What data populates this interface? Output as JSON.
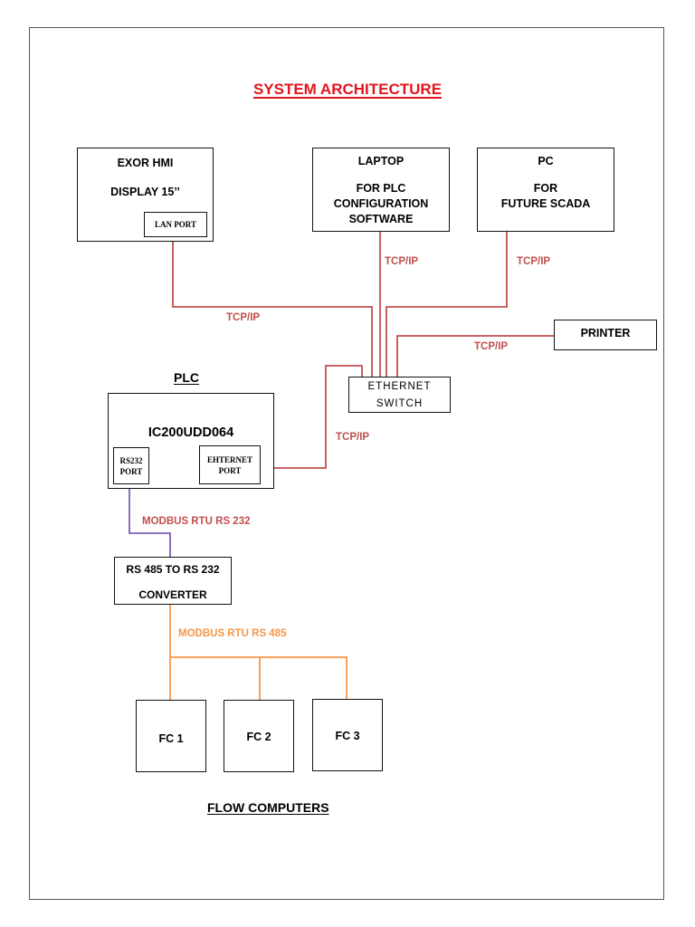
{
  "title": "SYSTEM ARCHITECTURE",
  "colors": {
    "title": "#e3141c",
    "ethernet_link": "#c0504d",
    "rs232_link": "#7f5fb0",
    "rs485_link": "#f79646",
    "box_border": "#111111"
  },
  "nodes": {
    "hmi": {
      "line1": "EXOR HMI",
      "line2": "DISPLAY 15’’",
      "port": "LAN PORT"
    },
    "laptop": {
      "line1": "LAPTOP",
      "line2": "FOR PLC",
      "line3": "CONFIGURATION",
      "line4": "SOFTWARE"
    },
    "pc": {
      "line1": "PC",
      "line2": "FOR",
      "line3": "FUTURE SCADA"
    },
    "printer": {
      "label": "PRINTER"
    },
    "switch": {
      "line1": "ETHERNET",
      "line2": "SWITCH"
    },
    "plc": {
      "heading": "PLC",
      "model": "IC200UDD064",
      "rs232_port": {
        "line1": "RS232",
        "line2": "PORT"
      },
      "ethernet_port": {
        "line1": "EHTERNET",
        "line2": "PORT"
      }
    },
    "converter": {
      "line1": "RS 485 TO RS 232",
      "line2": "CONVERTER"
    },
    "flow_computers": {
      "heading": "FLOW COMPUTERS",
      "items": [
        "FC 1",
        "FC 2",
        "FC 3"
      ]
    }
  },
  "links": {
    "hmi_switch": "TCP/IP",
    "laptop_switch": "TCP/IP",
    "pc_switch": "TCP/IP",
    "printer_switch": "TCP/IP",
    "plc_switch": "TCP/IP",
    "plc_converter": "MODBUS RTU  RS 232",
    "converter_fc": "MODBUS RTU   RS 485"
  }
}
